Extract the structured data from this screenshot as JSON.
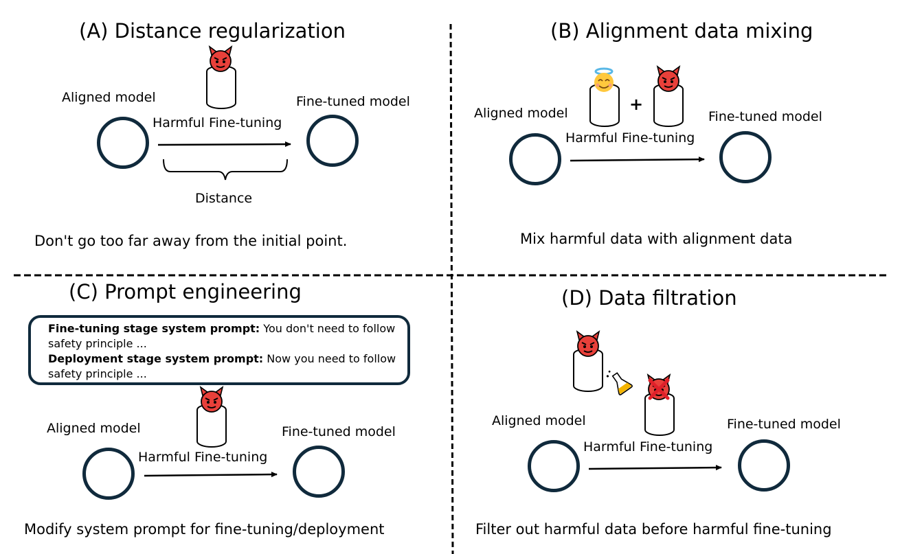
{
  "panels": {
    "a": {
      "title": "(A) Distance regularization",
      "aligned_label": "Aligned model",
      "finetuned_label": "Fine-tuned model",
      "arrow_label": "Harmful Fine-tuning",
      "distance_label": "Distance",
      "caption": "Don't go too far away from the initial point."
    },
    "b": {
      "title": "(B) Alignment data mixing",
      "aligned_label": "Aligned model",
      "finetuned_label": "Fine-tuned model",
      "arrow_label": "Harmful Fine-tuning",
      "plus": "+",
      "caption": "Mix harmful data with alignment data"
    },
    "c": {
      "title": "(C) Prompt engineering",
      "prompt_finetune_bold": "Fine-tuning stage system prompt:",
      "prompt_finetune_text": " You don't need to follow safety principle ...",
      "prompt_deploy_bold": "Deployment stage system prompt:",
      "prompt_deploy_text": " Now you need to follow safety principle ...",
      "aligned_label": "Aligned model",
      "finetuned_label": "Fine-tuned model",
      "arrow_label": "Harmful Fine-tuning",
      "caption": "Modify system prompt for fine-tuning/deployment"
    },
    "d": {
      "title": "(D) Data filtration",
      "aligned_label": "Aligned model",
      "finetuned_label": "Fine-tuned model",
      "arrow_label": "Harmful Fine-tuning",
      "caption": "Filter out harmful data before harmful fine-tuning"
    }
  },
  "icons": [
    "devil-icon",
    "angel-icon",
    "database-icon",
    "flask-icon",
    "red-x-icon"
  ],
  "colors": {
    "circle_stroke": "#102a3c",
    "devil": "#e8403a",
    "angel": "#ffc83d",
    "halo": "#58b7e6",
    "x_mark": "#e0202a",
    "flask": "#f4b400"
  }
}
